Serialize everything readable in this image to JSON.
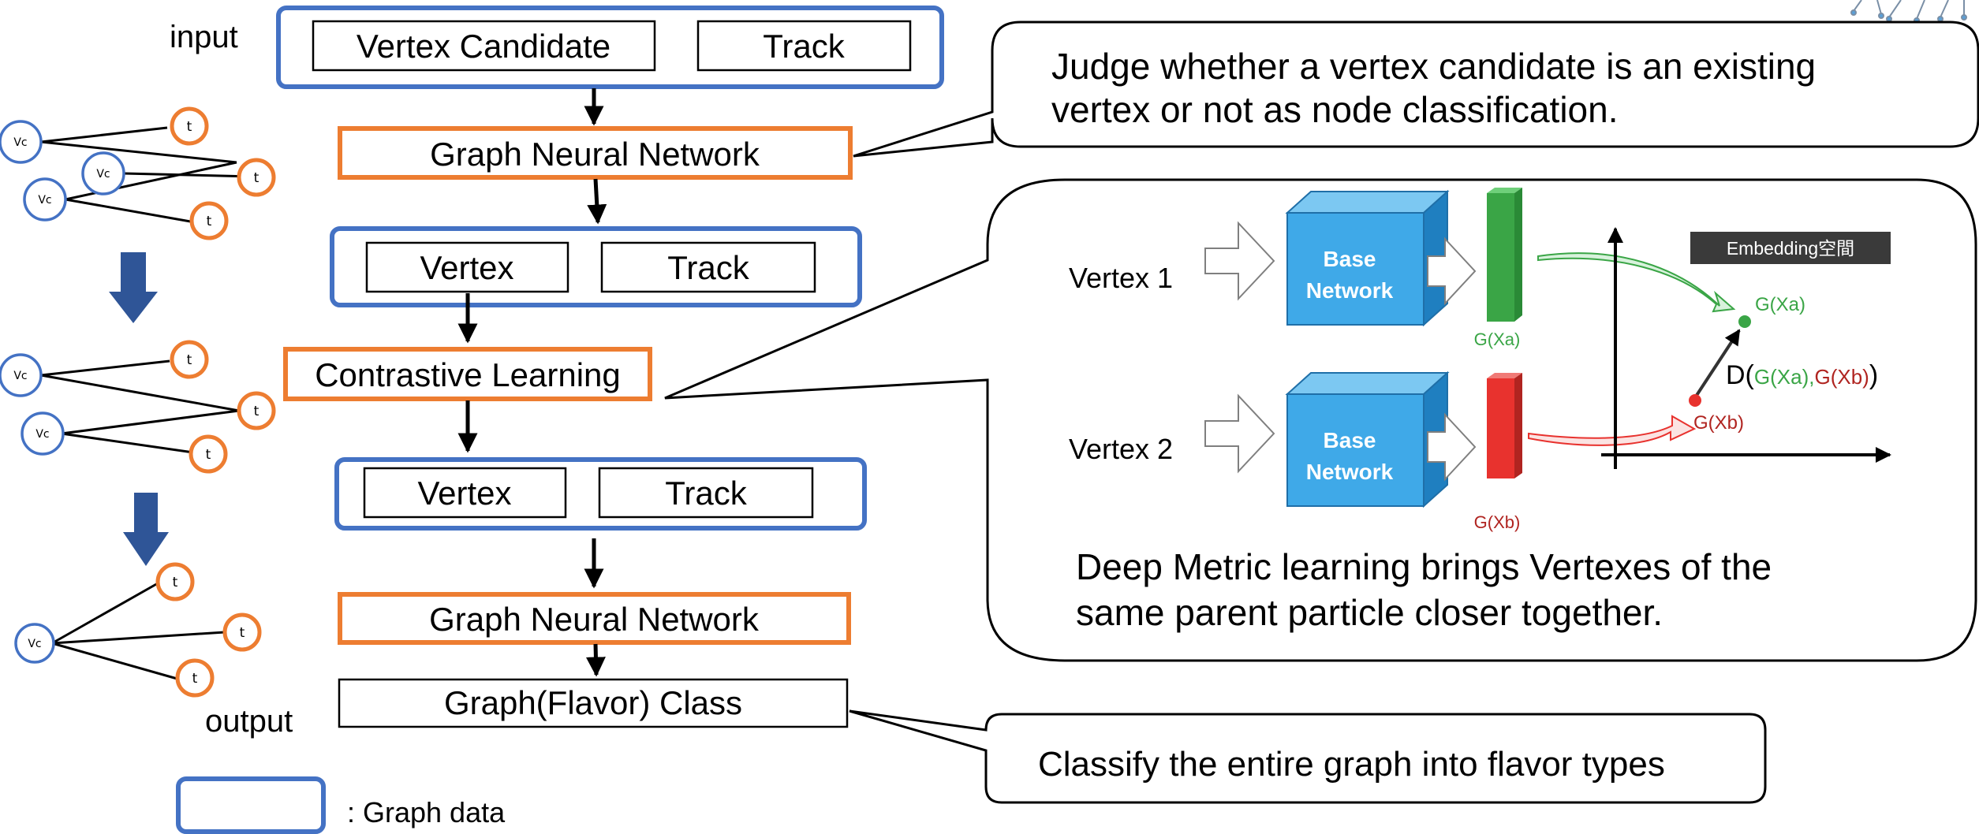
{
  "flow": {
    "input_label": "input",
    "output_label": "output",
    "input_box": {
      "left": "Vertex Candidate",
      "right": "Track"
    },
    "gnn1": "Graph Neural Network",
    "mid_box1": {
      "left": "Vertex",
      "right": "Track"
    },
    "contrastive": "Contrastive Learning",
    "mid_box2": {
      "left": "Vertex",
      "right": "Track"
    },
    "gnn2": "Graph Neural Network",
    "output_box": "Graph(Flavor) Class"
  },
  "legend": {
    "label": ": Graph data"
  },
  "graph_nodes": {
    "vertex": "Vc",
    "track": "t"
  },
  "callouts": {
    "gnn_note": [
      "Judge whether a vertex candidate is an existing",
      "vertex or not as node classification."
    ],
    "metric_note": [
      "Deep Metric learning brings Vertexes of the",
      "same parent particle closer together."
    ],
    "flavor_note": "Classify the entire graph into flavor types"
  },
  "metric_figure": {
    "vertex1": "Vertex 1",
    "vertex2": "Vertex 2",
    "base_network_line1": "Base",
    "base_network_line2": "Network",
    "embedding_label": "Embedding空間",
    "g_xa": "G(Xa)",
    "g_xb": "G(Xb)",
    "distance_prefix": "D(",
    "distance_a": "G(Xa),",
    "distance_b": "G(Xb)",
    "distance_suffix": ")"
  },
  "colors": {
    "blue_box": "#4472c4",
    "orange_box": "#ed7d31",
    "arrow_blue": "#2f5597",
    "cube_front": "#3fa9e8",
    "cube_top": "#7cc8f2",
    "cube_side": "#1f7fc0",
    "green": "#3aa546",
    "red": "#e8322e",
    "embedding_bg": "#3a3a3a"
  }
}
